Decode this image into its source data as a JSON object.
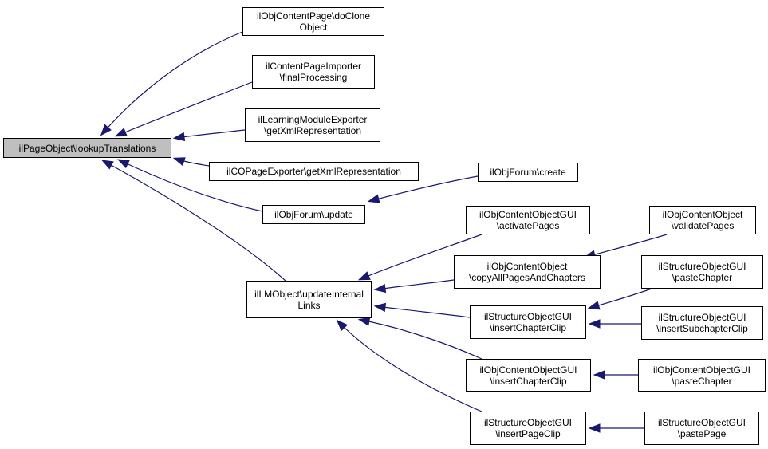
{
  "diagram": {
    "type": "call-graph",
    "edge_color": "#191970",
    "root": {
      "id": "root",
      "label": "ilPageObject\\lookupTranslations"
    },
    "nodes": [
      {
        "id": "root",
        "label": "ilPageObject\\lookupTranslations"
      },
      {
        "id": "doClone",
        "label": "ilObjContentPage\\doClone\nObject"
      },
      {
        "id": "importer",
        "label": "ilContentPageImporter\n\\finalProcessing"
      },
      {
        "id": "lmExporter",
        "label": "ilLearningModuleExporter\n\\getXmlRepresentation"
      },
      {
        "id": "coPageExporter",
        "label": "ilCOPageExporter\\getXmlRepresentation"
      },
      {
        "id": "forumUpdate",
        "label": "ilObjForum\\update"
      },
      {
        "id": "updateInternal",
        "label": "ilLMObject\\updateInternal\nLinks"
      },
      {
        "id": "forumCreate",
        "label": "ilObjForum\\create"
      },
      {
        "id": "activatePages",
        "label": "ilObjContentObjectGUI\n\\activatePages"
      },
      {
        "id": "copyAll",
        "label": "ilObjContentObject\n\\copyAllPagesAndChapters"
      },
      {
        "id": "soInsertChapterClip",
        "label": "ilStructureObjectGUI\n\\insertChapterClip"
      },
      {
        "id": "ocInsertChapterClip",
        "label": "ilObjContentObjectGUI\n\\insertChapterClip"
      },
      {
        "id": "insertPageClip",
        "label": "ilStructureObjectGUI\n\\insertPageClip"
      },
      {
        "id": "validatePages",
        "label": "ilObjContentObject\n\\validatePages"
      },
      {
        "id": "soPasteChapter",
        "label": "ilStructureObjectGUI\n\\pasteChapter"
      },
      {
        "id": "insertSubchapterClip",
        "label": "ilStructureObjectGUI\n\\insertSubchapterClip"
      },
      {
        "id": "ocPasteChapter",
        "label": "ilObjContentObjectGUI\n\\pasteChapter"
      },
      {
        "id": "pastePage",
        "label": "ilStructureObjectGUI\n\\pastePage"
      }
    ],
    "edges": [
      {
        "from": "doClone",
        "to": "root"
      },
      {
        "from": "importer",
        "to": "root"
      },
      {
        "from": "lmExporter",
        "to": "root"
      },
      {
        "from": "coPageExporter",
        "to": "root"
      },
      {
        "from": "forumUpdate",
        "to": "root"
      },
      {
        "from": "updateInternal",
        "to": "root"
      },
      {
        "from": "forumCreate",
        "to": "forumUpdate"
      },
      {
        "from": "activatePages",
        "to": "updateInternal"
      },
      {
        "from": "copyAll",
        "to": "updateInternal"
      },
      {
        "from": "soInsertChapterClip",
        "to": "updateInternal"
      },
      {
        "from": "ocInsertChapterClip",
        "to": "updateInternal"
      },
      {
        "from": "insertPageClip",
        "to": "updateInternal"
      },
      {
        "from": "validatePages",
        "to": "copyAll"
      },
      {
        "from": "soPasteChapter",
        "to": "soInsertChapterClip"
      },
      {
        "from": "insertSubchapterClip",
        "to": "soInsertChapterClip"
      },
      {
        "from": "ocPasteChapter",
        "to": "ocInsertChapterClip"
      },
      {
        "from": "pastePage",
        "to": "insertPageClip"
      }
    ]
  }
}
